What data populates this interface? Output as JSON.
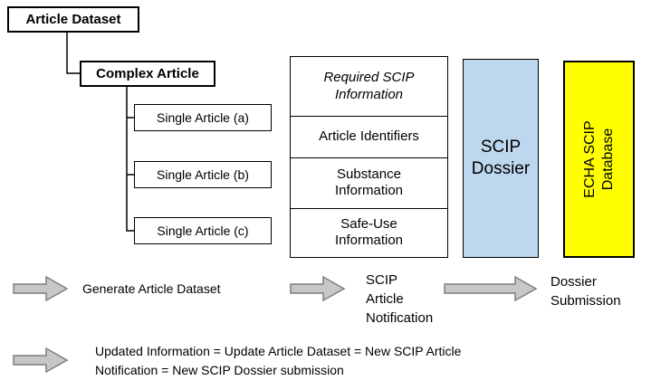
{
  "diagram": {
    "tree": {
      "root": "Article Dataset",
      "child": "Complex Article",
      "leaves": [
        "Single Article (a)",
        "Single Article (b)",
        "Single Article (c)"
      ]
    },
    "info_panel": {
      "header": "Required SCIP\nInformation",
      "rows": [
        "Article Identifiers",
        "Substance\nInformation",
        "Safe-Use\nInformation"
      ]
    },
    "dossier_box": {
      "label": "SCIP Dossier",
      "bg_color": "#bdd7ee"
    },
    "database_box": {
      "label": "ECHA SCIP\nDatabase",
      "bg_color": "#ffff00"
    }
  },
  "flow": {
    "steps": [
      {
        "label": "Generate Article Dataset"
      },
      {
        "label": "SCIP\nArticle\nNotification"
      },
      {
        "label": "Dossier\nSubmission"
      }
    ],
    "note": "Updated Information = Update Article Dataset = New SCIP Article\nNotification = New SCIP Dossier submission"
  },
  "colors": {
    "arrow_fill": "#c7c7c7",
    "arrow_stroke": "#7f7f7f",
    "box_border": "#000000",
    "dossier_bg": "#bdd7ee",
    "database_bg": "#ffff00"
  }
}
